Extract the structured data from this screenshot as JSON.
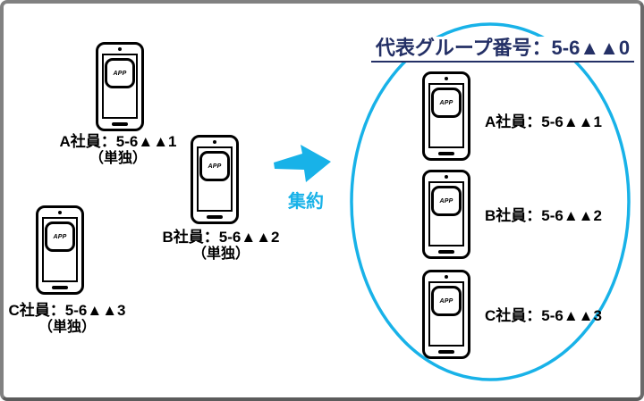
{
  "diagram": {
    "title": "代表グループ番号：5-6▲▲0",
    "aggregate_label": "集約",
    "phone_app_label": "APP",
    "standalone_note": "（単独）",
    "left_group": [
      {
        "label": "A社員：5-6▲▲1"
      },
      {
        "label": "B社員：5-6▲▲2"
      },
      {
        "label": "C社員：5-6▲▲3"
      }
    ],
    "right_group": [
      {
        "label": "A社員：5-6▲▲1"
      },
      {
        "label": "B社員：5-6▲▲2"
      },
      {
        "label": "C社員：5-6▲▲3"
      }
    ],
    "colors": {
      "accent_cyan": "#18B2E8",
      "navy": "#243066",
      "black": "#000000"
    }
  }
}
